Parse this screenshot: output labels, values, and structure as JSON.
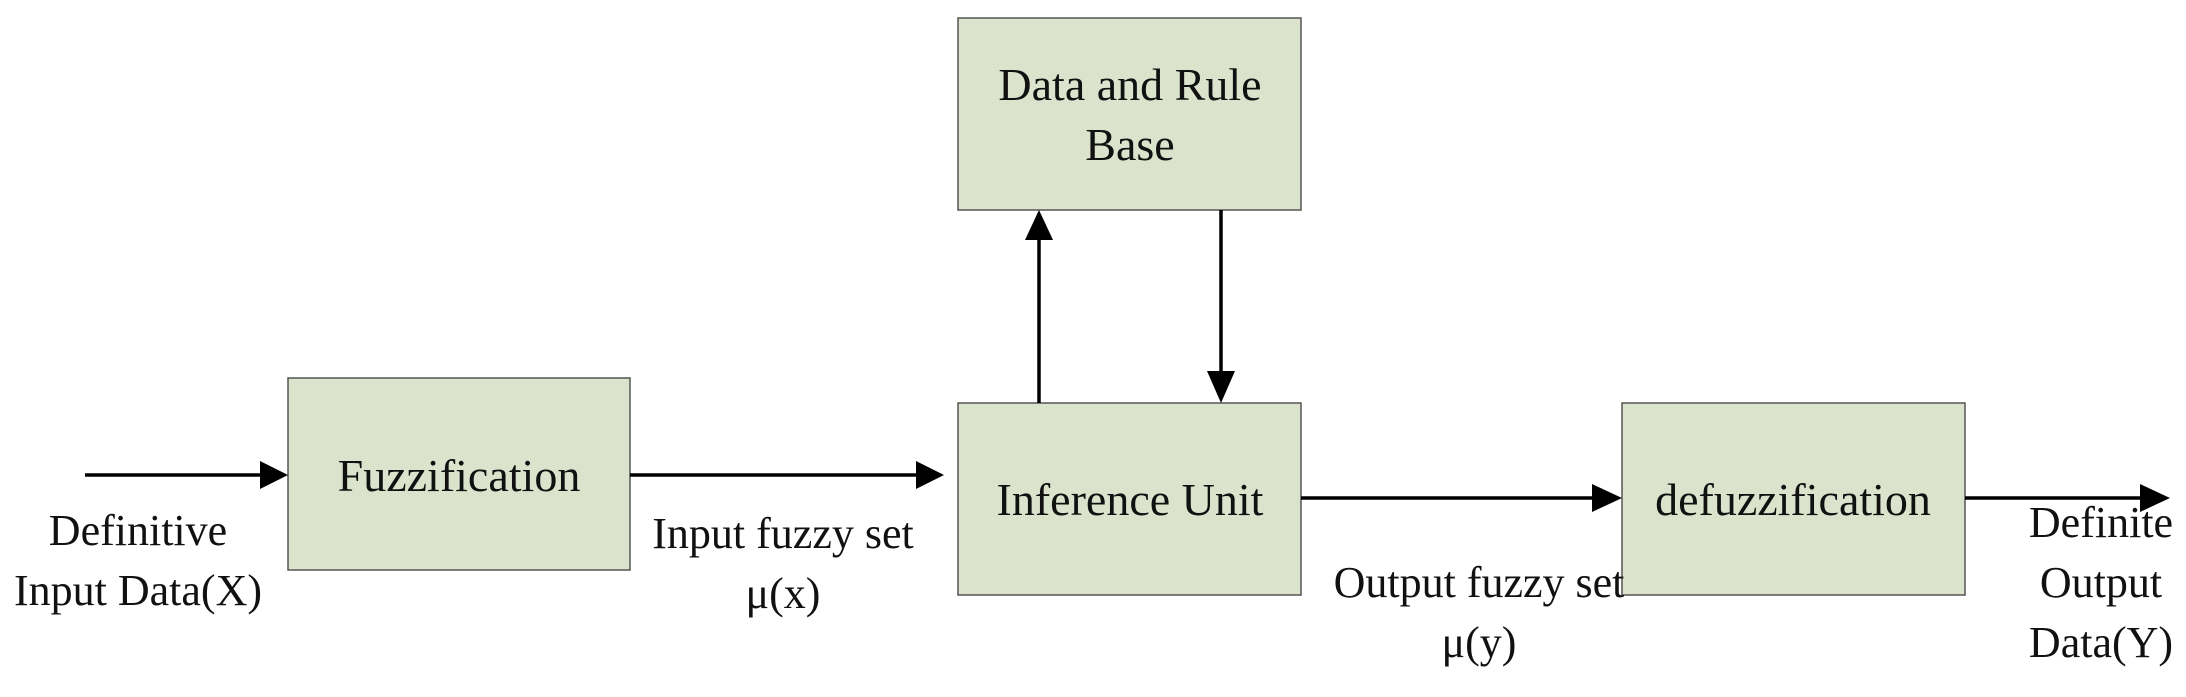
{
  "nodes": {
    "fuzzification": {
      "label_lines": [
        "Fuzzification"
      ]
    },
    "rule_base": {
      "label_lines": [
        "Data and Rule",
        "Base"
      ]
    },
    "inference": {
      "label_lines": [
        "Inference Unit"
      ]
    },
    "defuzzification": {
      "label_lines": [
        "defuzzification"
      ]
    }
  },
  "labels": {
    "input": [
      "Definitive",
      "Input Data(X)"
    ],
    "input_fuzzy": [
      "Input fuzzy set",
      "μ(x)"
    ],
    "output_fuzzy": [
      "Output fuzzy set",
      "μ(y)"
    ],
    "output": [
      "Definite",
      "Output",
      "Data(Y)"
    ]
  },
  "edges": [
    {
      "from": "input",
      "to": "fuzzification"
    },
    {
      "from": "fuzzification",
      "to": "inference"
    },
    {
      "from": "inference",
      "to": "rule_base"
    },
    {
      "from": "rule_base",
      "to": "inference"
    },
    {
      "from": "inference",
      "to": "defuzzification"
    },
    {
      "from": "defuzzification",
      "to": "output"
    }
  ],
  "colors": {
    "box_fill": "#dce3cc",
    "box_stroke": "#555555",
    "arrow": "#000000"
  }
}
